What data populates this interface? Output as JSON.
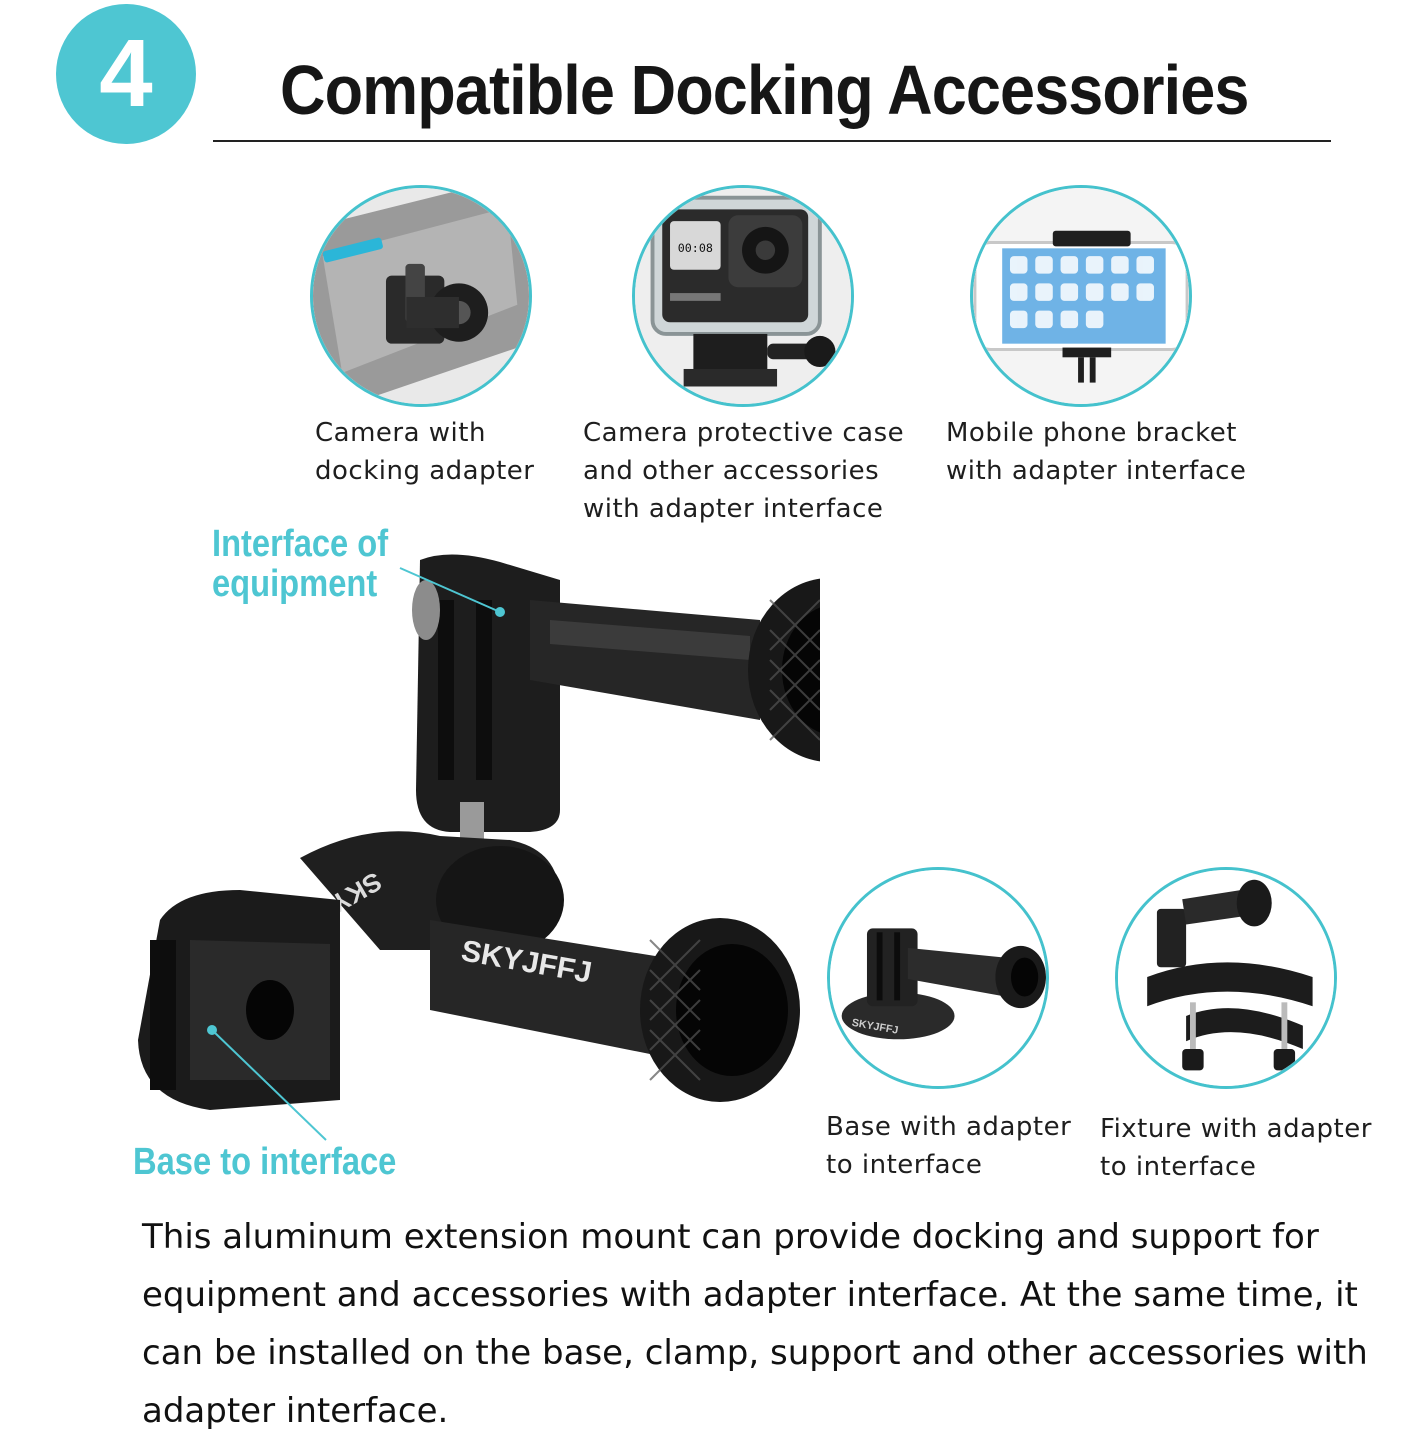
{
  "step_number": "4",
  "title": "Compatible Docking Accessories",
  "accessories_top": [
    {
      "line1": "Camera with",
      "line2": "docking adapter",
      "line3": ""
    },
    {
      "line1": "Camera protective case",
      "line2": "and other accessories",
      "line3": "with adapter interface"
    },
    {
      "line1": "Mobile phone bracket",
      "line2": "with adapter interface",
      "line3": ""
    }
  ],
  "accessories_bottom": [
    {
      "line1": "Base with adapter",
      "line2": "to interface",
      "logo_text": "SKYJFFJ"
    },
    {
      "line1": "Fixture with adapter",
      "line2": "to interface"
    }
  ],
  "callouts": {
    "interface_line1": "Interface of",
    "interface_line2": "equipment",
    "base": "Base to interface"
  },
  "product_brand": "SKYJFFJ",
  "camera_screen": "00:08",
  "description": "This aluminum extension mount can provide docking and support for equipment and accessories with adapter interface. At the same time, it can be installed on the base, clamp, support and other accessories with adapter interface.",
  "colors": {
    "accent": "#4ec6d2",
    "metal": "#1c1c1c",
    "text": "#1a1a1a"
  }
}
